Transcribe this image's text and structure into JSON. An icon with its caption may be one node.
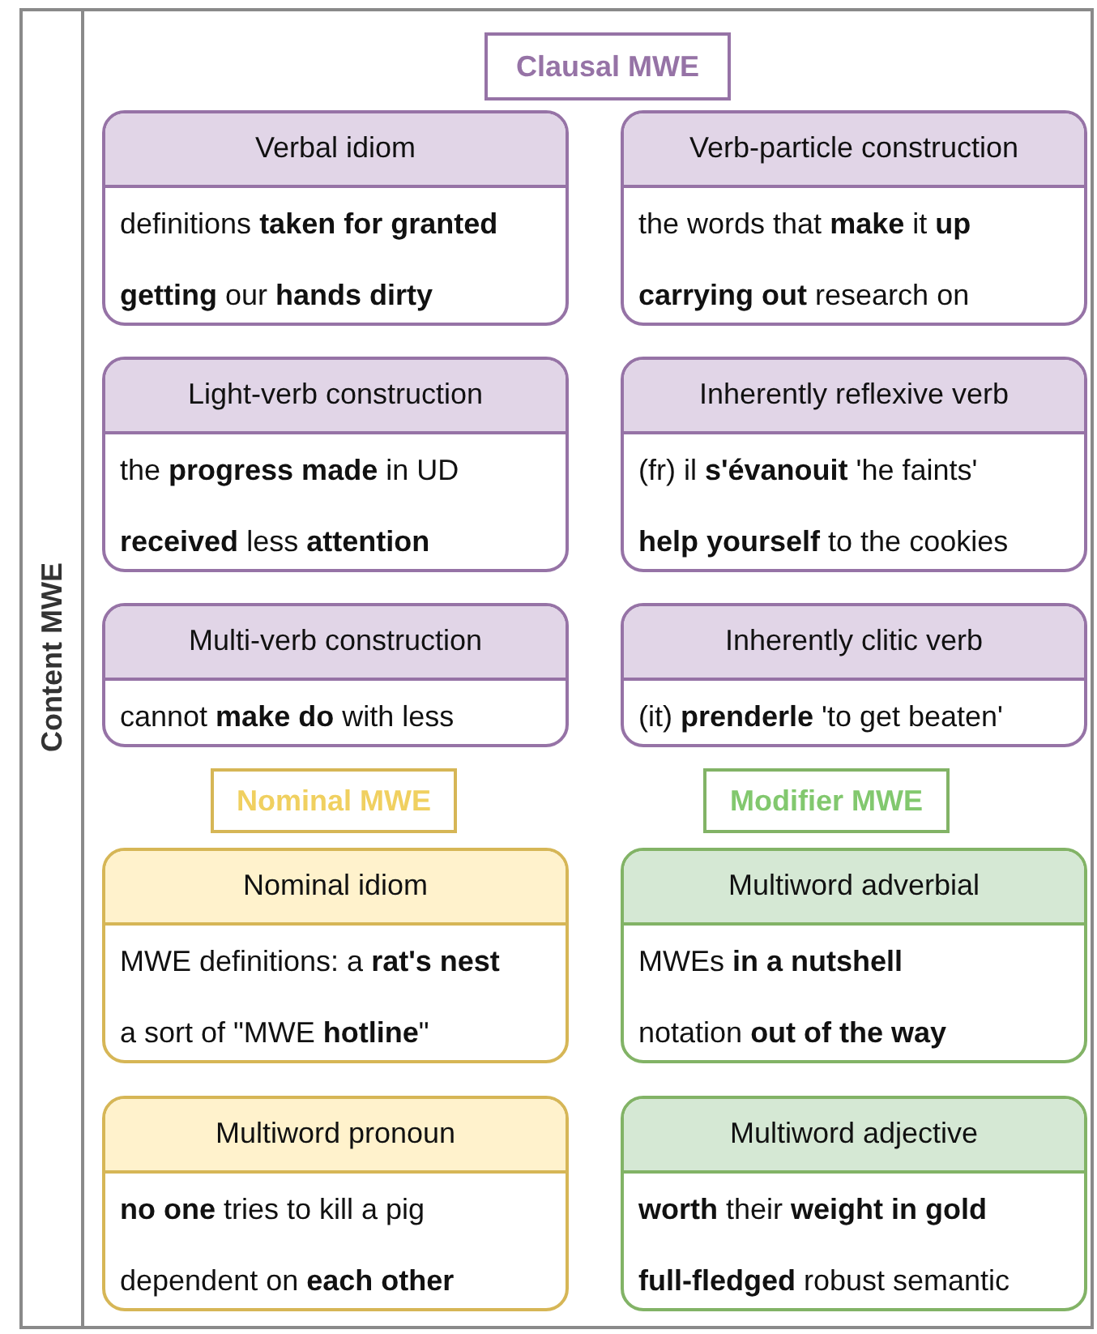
{
  "diagram": {
    "nodes": [
      {
        "text": [
          "Content MWE"
        ]
      },
      {
        "text": [
          "Clausal MWE"
        ],
        "in": 0
      },
      {
        "text": [
          "Verbal idiom",
          "definitions **taken for granted**",
          "**getting** our **hands dirty**"
        ],
        "in": 0
      },
      {
        "text": [
          "Verb-particle construction",
          "the words that **make** it **up**",
          "**carrying out** research on"
        ],
        "in": 0
      },
      {
        "text": [
          "Light-verb construction",
          "the **progress made** in UD",
          "**received** less **attention**"
        ],
        "in": 0
      },
      {
        "text": [
          "Inherently reflexive verb",
          "(fr) il **s'évanouit** 'he faints'",
          "**help yourself** to the cookies"
        ],
        "in": 0
      },
      {
        "text": [
          "Multi-verb construction",
          "cannot **make do** with less"
        ],
        "in": 0
      },
      {
        "text": [
          "Inherently clitic verb",
          "(it) **prenderle** 'to get beaten'"
        ],
        "in": 0
      },
      {
        "text": [
          "Nominal MWE"
        ],
        "in": 0
      },
      {
        "text": [
          "Modifier MWE"
        ],
        "in": 0
      },
      {
        "text": [
          "Nominal idiom",
          "MWE definitions: a **rat's nest**",
          "a sort of \"MWE **hotline**\""
        ],
        "in": 0
      },
      {
        "text": [
          "Multiword adverbial",
          "MWEs **in a nutshell**",
          "notation **out of the way**"
        ],
        "in": 0
      },
      {
        "text": [
          "Multiword pronoun",
          "**no one** tries to kill a pig",
          "dependent on **each other**"
        ],
        "in": 0
      },
      {
        "text": [
          "Multiword adjective",
          "**worth** their **weight in gold**",
          "**full-fledged** robust semantic"
        ],
        "in": 0
      }
    ]
  }
}
